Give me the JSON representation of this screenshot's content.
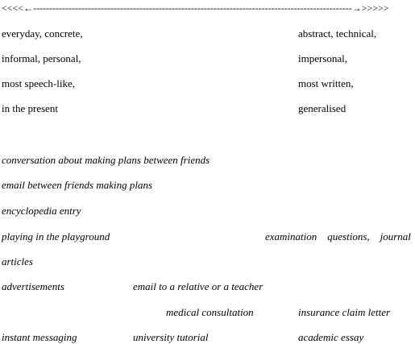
{
  "continuum_arrow": "<<<<←---------------------------------------------------------------------------------------------------→>>>>>",
  "left_pole": [
    "everyday, concrete,",
    "informal, personal,",
    "most speech-like,",
    "in the present"
  ],
  "right_pole": [
    "abstract, technical,",
    "impersonal,",
    "most written,",
    "generalised"
  ],
  "genres": {
    "conversation": "conversation about making plans between friends",
    "email_friends": "email between friends making plans",
    "encyclopedia": "encyclopedia entry",
    "playground": "playing in the playground",
    "exam_questions": "examination    questions,    journal",
    "articles": "articles",
    "advertisements": "advertisements",
    "email_relative": "email to a relative or a teacher",
    "medical": "medical consultation",
    "insurance": "insurance claim letter",
    "instant_messaging": "instant messaging",
    "tutorial": "university tutorial",
    "essay": "academic essay"
  }
}
